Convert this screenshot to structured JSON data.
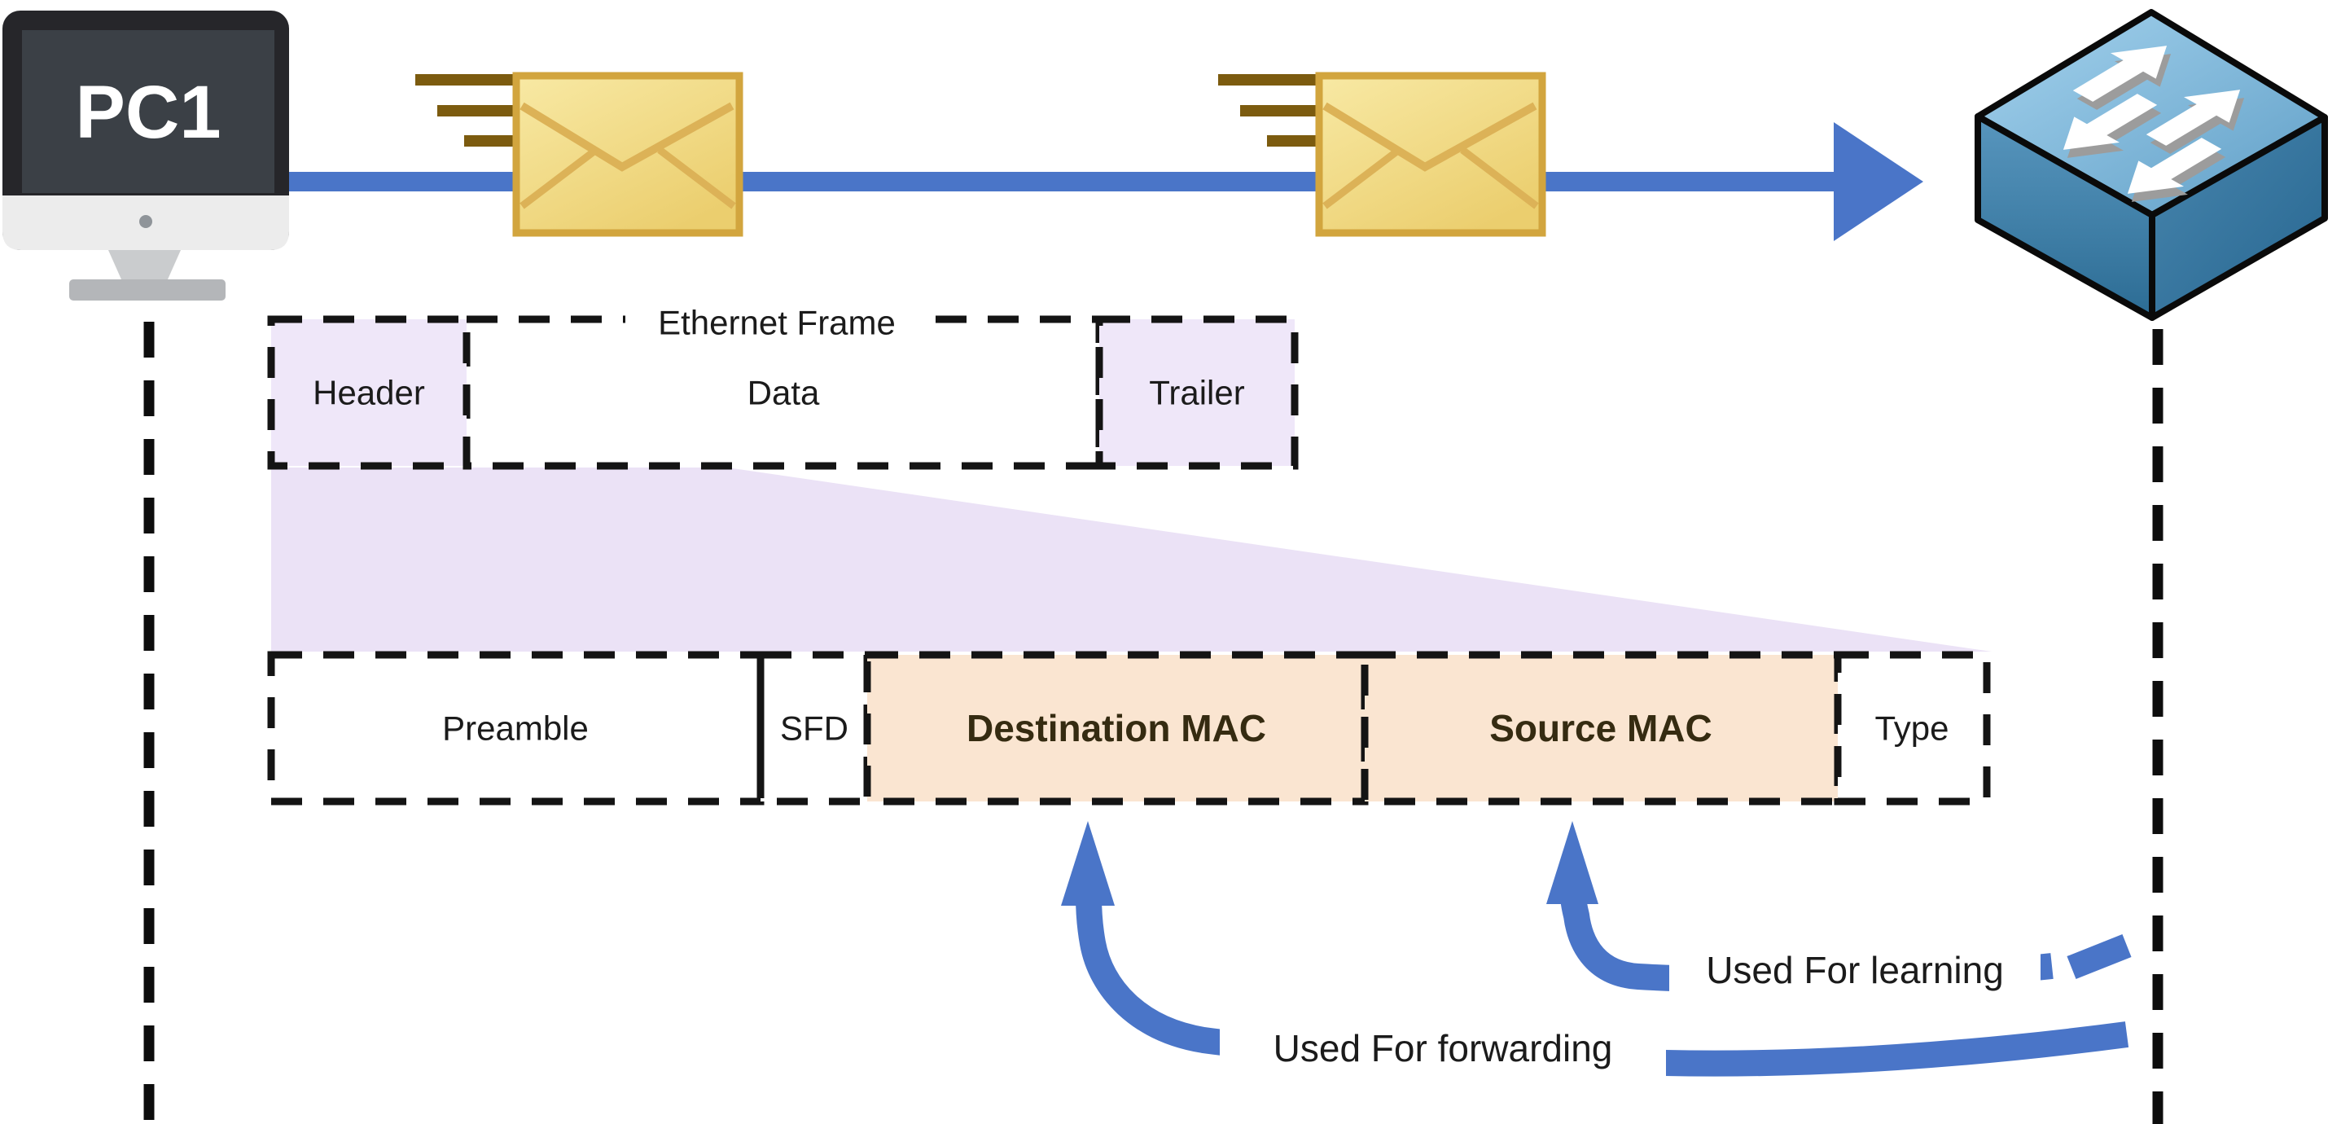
{
  "pc": {
    "label": "PC1"
  },
  "frame": {
    "title": "Ethernet Frame",
    "sections": {
      "header": "Header",
      "data": "Data",
      "trailer": "Trailer"
    }
  },
  "fields": {
    "preamble": "Preamble",
    "sfd": "SFD",
    "destination_mac": "Destination MAC",
    "source_mac": "Source MAC",
    "type": "Type"
  },
  "annotations": {
    "forwarding": "Used For forwarding",
    "learning": "Used For learning"
  },
  "icons": {
    "pc": "pc-monitor-icon",
    "envelope": "envelope-icon",
    "switch": "switch-icon",
    "speed_lines": "speed-lines-icon",
    "flow_arrow": "flow-arrow-icon"
  },
  "colors": {
    "accent_blue": "#4a75c8",
    "lavender_box": "#efe7f9",
    "beam_lavender": "#ebe2f6",
    "peach_box": "#fae5d1",
    "envelope_gold_light": "#f8e9a4",
    "envelope_gold_dark": "#ebce6e",
    "envelope_border": "#d2a53e",
    "speed_line_olive": "#7c5b0f",
    "switch_top_blue": "#a5d3ee",
    "switch_side_blue": "#2c6c94",
    "dashed_border": "#141414",
    "mac_text_brown": "#352b11",
    "dark_text": "#1b1b1b"
  }
}
